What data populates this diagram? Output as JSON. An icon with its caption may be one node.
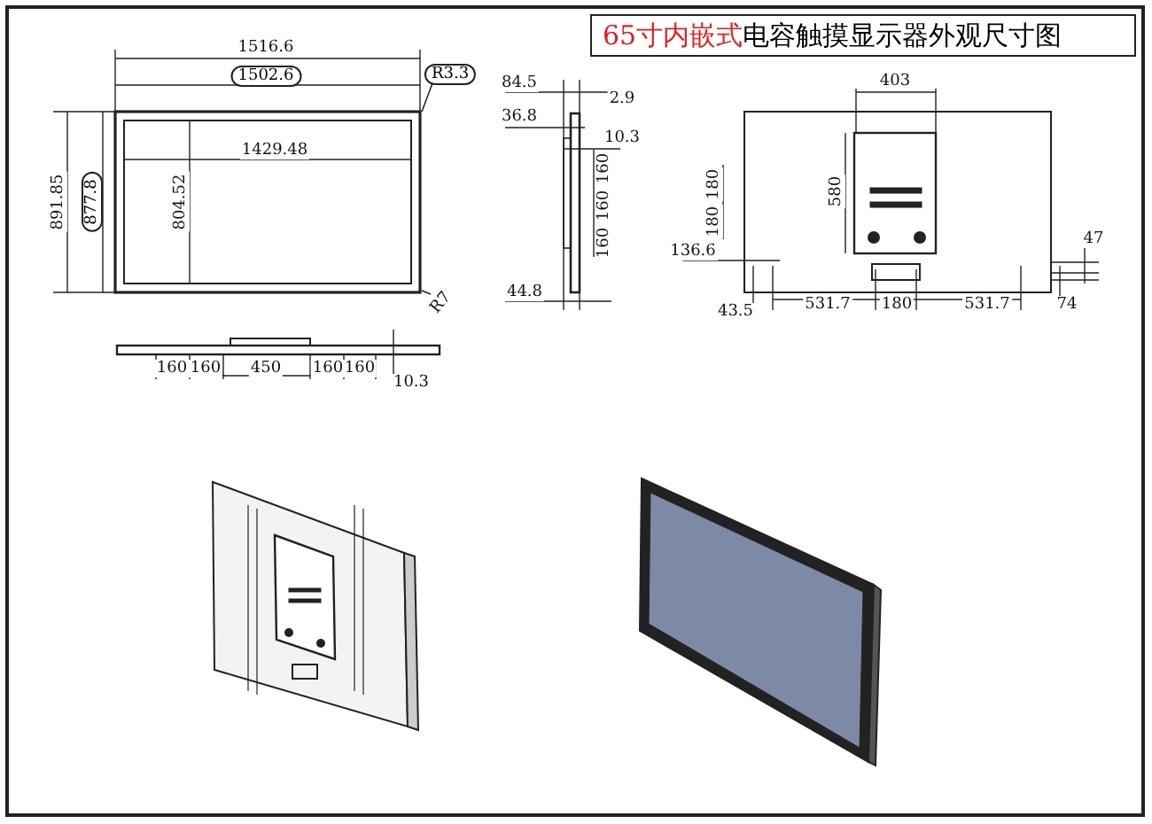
{
  "diagram": {
    "title": "**65寸内嵌式**电容触摸显示器外观尺寸图",
    "nodes": [
      {
        "text": [
          "1502.6"
        ]
      },
      {
        "text": [
          "877.8"
        ]
      },
      {
        "text": [
          "R3.3"
        ]
      },
      {
        "text": [
          "R7"
        ]
      },
      {
        "text": [],
        "shape": "box"
      }
    ],
    "edges": [
      {
        "from": 2,
        "to": 4,
        "arrow": "none"
      },
      {
        "from": 3,
        "to": 4,
        "arrow": "none"
      }
    ],
    "labels": [
      "1516.6",
      "1429.48",
      "891.85",
      "804.52",
      "84.5",
      "2.9",
      "36.8",
      "10.3",
      "160",
      "160",
      "160",
      "44.8",
      "403",
      "180",
      "180",
      "580",
      "136.6",
      "47",
      "43.5",
      "531.7",
      "180",
      "531.7",
      "74",
      "160",
      "160",
      "450",
      "160",
      "160",
      "10.3"
    ]
  }
}
